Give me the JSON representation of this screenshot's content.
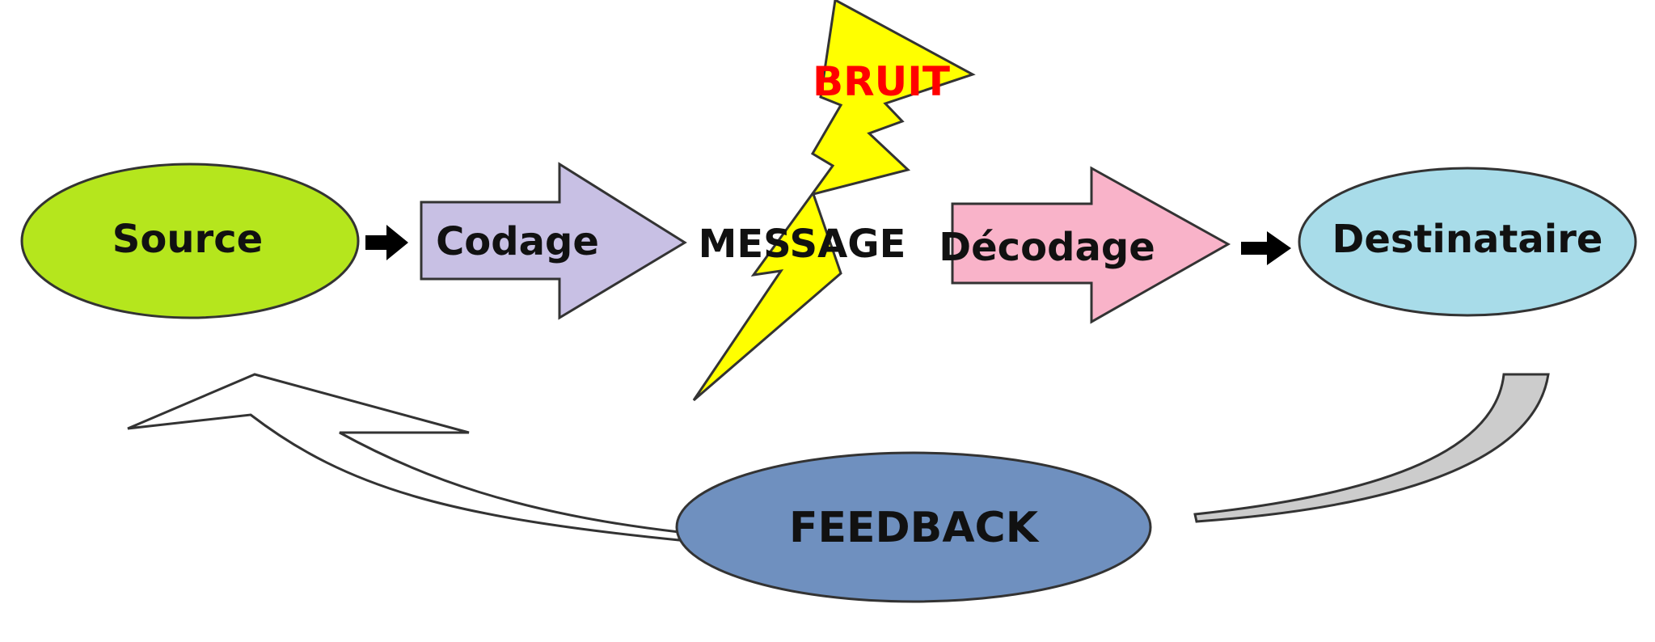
{
  "diagram": {
    "nodes": {
      "source": "Source",
      "codage": "Codage",
      "message": "MESSAGE",
      "decodage": "Décodage",
      "destinataire": "Destinataire",
      "feedback": "FEEDBACK"
    },
    "noise": "BRUIT",
    "colors": {
      "source_fill": "#b5e61d",
      "codage_fill": "#c8c0e4",
      "decodage_fill": "#f9b3c9",
      "destinataire_fill": "#a8dce9",
      "feedback_fill": "#6f90bf",
      "bruit_fill": "#ffff00",
      "bruit_text": "#ff0000",
      "return_arrow_fill": "#cccccc"
    }
  }
}
